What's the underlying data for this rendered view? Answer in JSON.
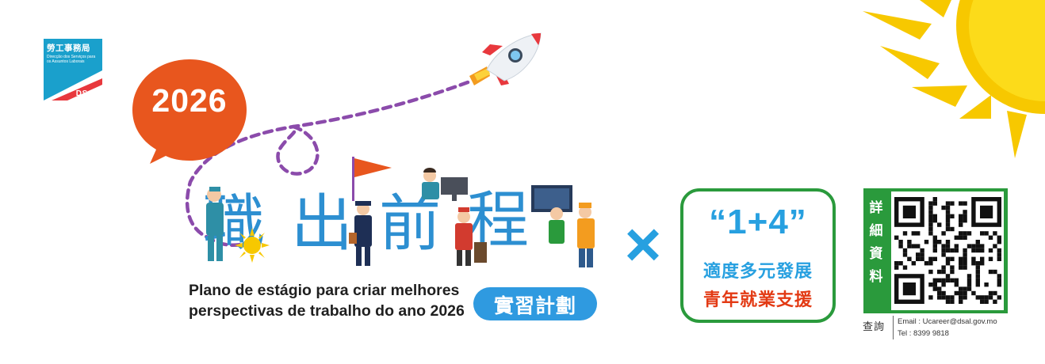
{
  "logo": {
    "zh": "勞工事務局",
    "pt": "Direcção dos Serviços para os Assuntos Laborais",
    "en": "DSAL"
  },
  "year": "2026",
  "title": [
    "職",
    "出",
    "前",
    "程"
  ],
  "subtitle_pt": "Plano de estágio para criar melhores perspectivas de trabalho do ano 2026",
  "plan_label": "實習計劃",
  "cross": "×",
  "program": {
    "number": "“1+4”",
    "line1": "適度多元發展",
    "line2": "青年就業支援"
  },
  "qr_label": [
    "詳",
    "細",
    "資",
    "料"
  ],
  "contact": {
    "prefix": "查詢",
    "email": "Email : Ucareer@dsal.gov.mo",
    "tel": "Tel : 8399 9818"
  },
  "colors": {
    "brand_blue": "#2d8fd1",
    "orange": "#e8561e",
    "green": "#2a9a3c",
    "sun": "#f7c800",
    "red": "#e33a14"
  }
}
